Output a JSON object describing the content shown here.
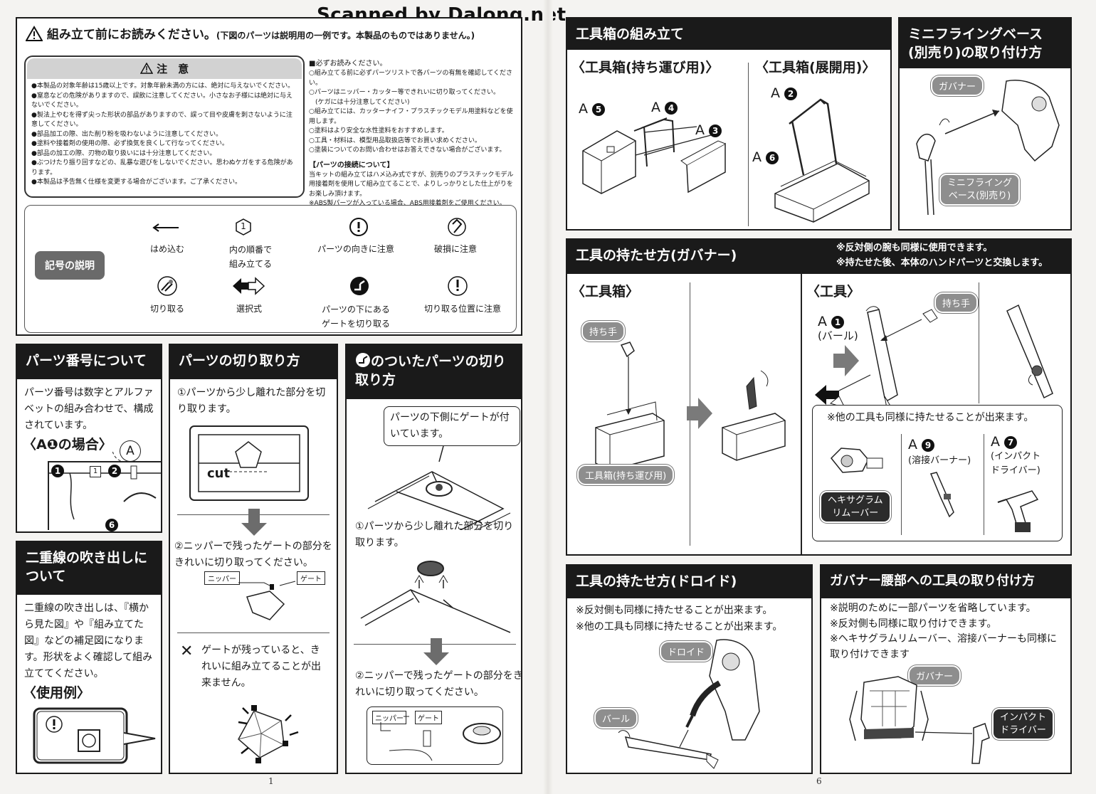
{
  "watermark": "Scanned by Dalong.net",
  "page_numbers": {
    "left": "1",
    "right": "6"
  },
  "read_first": {
    "title": "組み立て前にお読みください。",
    "title_note": "(下図のパーツは説明用の一例です。本製品のものではありません。)",
    "caution_title": "注　意",
    "caution_items": [
      "●本製品の対象年齢は15歳以上です。対象年齢未満の方には、絶対に与えないでください。",
      "●窒息などの危険がありますので、誤飲に注意してください。小さなお子様には絶対に与えないでください。",
      "●製法上やむを得ず尖った形状の部品がありますので、誤って目や皮膚を刺さないように注意してください。",
      "●部品加工の際、出た削り粉を吸わないように注意してください。",
      "●塗料や接着剤の使用の際、必ず換気を良くして行なってください。",
      "●部品の加工の際、刃物の取り扱いには十分注意してください。",
      "●ぶつけたり振り回すなどの、乱暴な遊びをしないでください。思わぬケガをする危険があります。",
      "●本製品は予告無く仕様を変更する場合がございます。ご了承ください。"
    ],
    "must_read_title": "■必ずお読みください。",
    "must_read_items": [
      "○組み立てる前に必ずパーツリストで各パーツの有無を確認してください。",
      "○パーツはニッパー・カッター等できれいに切り取ってください。",
      "　(ケガには十分注意してください)",
      "○組み立てには、カッターナイフ・プラスチックモデル用塗料などを使用します。",
      "○塗料はより安全な水性塗料をおすすめします。",
      "○工具・材料は、模型用品取扱店等でお買い求めください。",
      "○塗装についてのお問い合わせはお答えできない場合がございます。"
    ],
    "connection_title": "【パーツの接続について】",
    "connection_text": "当キットの組み立てはハメ込み式ですが、別売りのプラスチックモデル用接着剤を使用して組み立てることで、よりしっかりとした仕上がりをお楽しみ頂けます。",
    "connection_note": "※ABS製パーツが入っている場合、ABS用接着剤をご使用ください。"
  },
  "legend": {
    "label": "記号の説明",
    "hexagon_num": "1",
    "items": [
      {
        "label": "はめ込む"
      },
      {
        "label": "内の順番で\n組み立てる"
      },
      {
        "label": "パーツの向きに注意"
      },
      {
        "label": "破損に注意"
      },
      {
        "label": "切り取る"
      },
      {
        "label": "選択式"
      },
      {
        "label": "パーツの下にある\nゲートを切り取る"
      },
      {
        "label": "切り取る位置に注意"
      }
    ]
  },
  "part_numbers": {
    "title": "パーツ番号について",
    "text": "パーツ番号は数字とアルファベットの組み合わせで、構成されています。",
    "example": "〈A❶の場合〉",
    "labels": [
      "A",
      "1",
      "1",
      "2",
      "6"
    ]
  },
  "double_line": {
    "title": "二重線の吹き出しについて",
    "text": "二重線の吹き出しは、『横から見た図』や『組み立てた図』などの補足図になります。形状をよく確認して組み立ててください。",
    "example": "〈使用例〉"
  },
  "cutting": {
    "title": "パーツの切り取り方",
    "step1": "①パーツから少し離れた部分を切り取ります。",
    "cut_label": "cut",
    "step2": "②ニッパーで残ったゲートの部分をきれいに切り取ってください。",
    "nipper_label": "ニッパー",
    "gate_label": "ゲート",
    "warning": "ゲートが残っていると、きれいに組み立てることが出来ません。"
  },
  "under_gate": {
    "title": "のついたパーツの切り取り方",
    "bubble": "パーツの下側にゲートが付いています。",
    "step1": "①パーツから少し離れた部分を切り取ります。",
    "step2": "②ニッパーで残ったゲートの部分をきれいに切り取ってください。",
    "nipper_label": "ニッパー",
    "gate_label": "ゲート"
  },
  "toolbox_assembly": {
    "title": "工具箱の組み立て",
    "sub_carry": "〈工具箱(持ち運び用)〉",
    "sub_open": "〈工具箱(展開用)〉",
    "labels": [
      "A",
      "5",
      "A",
      "4",
      "A",
      "3",
      "A",
      "2",
      "A",
      "6"
    ]
  },
  "mini_flying": {
    "title": "ミニフライングベース(別売り)の取り付け方",
    "tag_governor": "ガバナー",
    "tag_base": "ミニフライング\nベース(別売り)"
  },
  "governor_tools": {
    "title": "工具の持たせ方(ガバナー)",
    "note1": "※反対側の腕も同様に使用できます。",
    "note2": "※持たせた後、本体のハンドパーツと交換します。",
    "sub_box": "〈工具箱〉",
    "sub_tool": "〈工具〉",
    "handle_tag": "持ち手",
    "toolbox_tag": "工具箱(持ち運び用)",
    "handle_tag2": "持ち手",
    "bar_a": "A",
    "bar_num": "1",
    "bar_name": "(バール)",
    "other_note": "※他の工具も同様に持たせることが出来ます。",
    "hex_tag": "ヘキサグラム\nリムーバー",
    "weld_a": "A",
    "weld_num": "9",
    "weld_name": "(溶接バーナー)",
    "impact_a": "A",
    "impact_num": "7",
    "impact_name": "(インパクト\nドライバー)"
  },
  "droid_tools": {
    "title": "工具の持たせ方(ドロイド)",
    "note1": "※反対側も同様に持たせることが出来ます。",
    "note2": "※他の工具も同様に持たせることが出来ます。",
    "droid_tag": "ドロイド",
    "bar_tag": "バール"
  },
  "waist_tools": {
    "title": "ガバナー腰部への工具の取り付け方",
    "note1": "※説明のために一部パーツを省略しています。",
    "note2": "※反対側も同様に取り付けできます。",
    "note3": "※ヘキサグラムリムーバー、溶接バーナーも同様に取り付けできます",
    "governor_tag": "ガバナー",
    "impact_tag": "インパクト\nドライバー"
  }
}
